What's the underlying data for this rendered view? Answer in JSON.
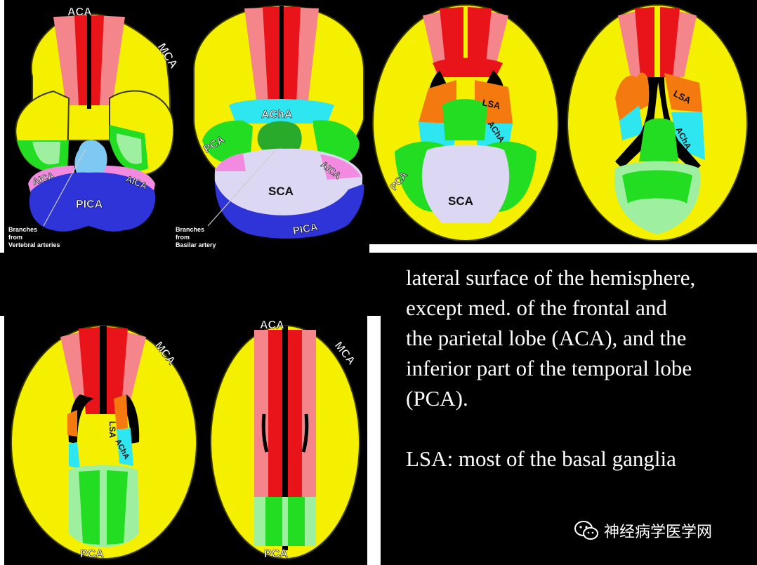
{
  "panel_top_left": {
    "labels": {
      "aca": "ACA",
      "mca": "MCA",
      "aica_left": "AICA",
      "aica_right": "AICA",
      "pica": "PICA"
    },
    "note": [
      "Branches",
      "from",
      "Vertebral arteries"
    ]
  },
  "panel_top_middle": {
    "labels": {
      "acha": "AChA",
      "pca": "PCA",
      "sca": "SCA",
      "aica": "AICA",
      "pica": "PICA"
    },
    "note": [
      "Branches",
      "from",
      "Basilar artery"
    ]
  },
  "panel_top_right": {
    "labels": {
      "lsa_1": "LSA",
      "acha_1": "AChA",
      "pca_1": "PCA",
      "sca_1": "SCA",
      "lsa_2": "LSA",
      "acha_2": "AChA"
    }
  },
  "panel_bottom_left": {
    "labels": {
      "lsa": "LSA",
      "mca_1": "MCA",
      "acha": "AChA",
      "pca_1": "PCA",
      "aca": "ACA",
      "mca_2": "MCA",
      "pca_2": "PCA"
    }
  },
  "description": {
    "lines": [
      "lateral surface of the hemisphere,",
      "except med. of the frontal and",
      "the parietal lobe (ACA), and the",
      "inferior part of the temporal lobe",
      "(PCA)."
    ],
    "lsa_line": "LSA: most of the basal ganglia"
  },
  "watermark": {
    "text": "神经病学医学网",
    "icon": "wechat-icon"
  },
  "colors": {
    "aca": "#e8141a",
    "aca_light": "#f4858a",
    "mca": "#f4f000",
    "pca": "#22dd22",
    "pca_light": "#9ef0a0",
    "acha": "#2ee6f0",
    "lsa": "#f47a10",
    "sca": "#dcd8f4",
    "aica": "#f28ae0",
    "pica": "#2f34d8",
    "basilar": "#2aaa2a",
    "vertebral": "#7ec8f4"
  }
}
